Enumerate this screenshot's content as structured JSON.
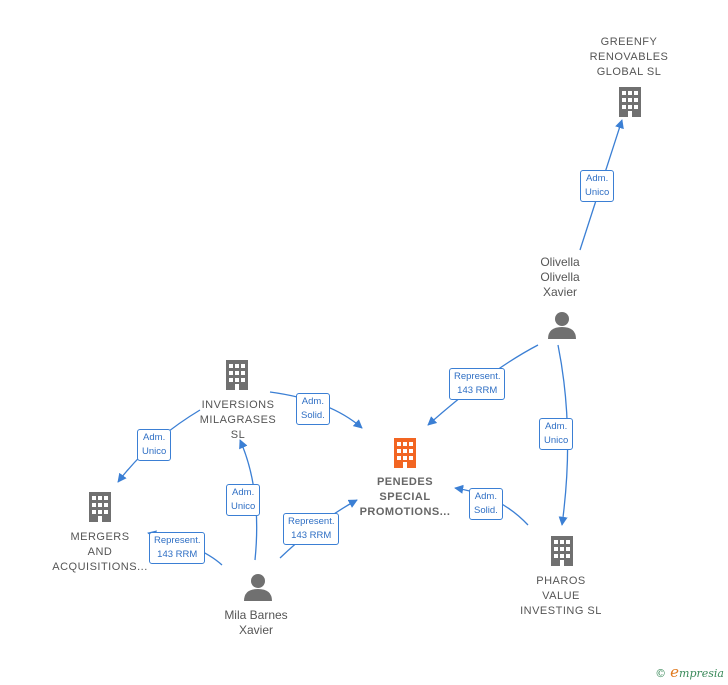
{
  "nodes": {
    "greenfy": {
      "lines": [
        "GREENFY",
        "RENOVABLES",
        "GLOBAL  SL"
      ],
      "icon": "building-icon"
    },
    "olivella": {
      "lines": [
        "Olivella",
        "Olivella",
        "Xavier"
      ],
      "icon": "person-icon"
    },
    "inversions": {
      "lines": [
        "INVERSIONS",
        "MILAGRASES",
        "SL"
      ],
      "icon": "building-icon"
    },
    "penedes": {
      "lines": [
        "PENEDES",
        "SPECIAL",
        "PROMOTIONS..."
      ],
      "icon": "building-icon",
      "color": "#f26522"
    },
    "mergers": {
      "lines": [
        "MERGERS",
        "AND",
        "ACQUISITIONS..."
      ],
      "icon": "building-icon"
    },
    "pharos": {
      "lines": [
        "PHAROS",
        "VALUE",
        "INVESTING  SL"
      ],
      "icon": "building-icon"
    },
    "mila": {
      "lines": [
        "Mila Barnes",
        "Xavier"
      ],
      "icon": "person-icon"
    }
  },
  "edges": {
    "olivella_greenfy": [
      "Adm.",
      "Unico"
    ],
    "olivella_penedes": [
      "Represent.",
      "143 RRM"
    ],
    "olivella_pharos": [
      "Adm.",
      "Unico"
    ],
    "inversions_penedes": [
      "Adm.",
      "Solid."
    ],
    "inversions_mergers": [
      "Adm.",
      "Unico"
    ],
    "mila_inversions": [
      "Adm.",
      "Unico"
    ],
    "mila_mergers": [
      "Represent.",
      "143 RRM"
    ],
    "mila_penedes": [
      "Represent.",
      "143 RRM"
    ],
    "pharos_penedes": [
      "Adm.",
      "Solid."
    ]
  },
  "colors": {
    "edge": "#3b7fd4",
    "icon": "#707070",
    "focus": "#f26522"
  },
  "footer": {
    "copyright": "©",
    "brand_initial": "e",
    "brand_rest": "mpresia"
  }
}
